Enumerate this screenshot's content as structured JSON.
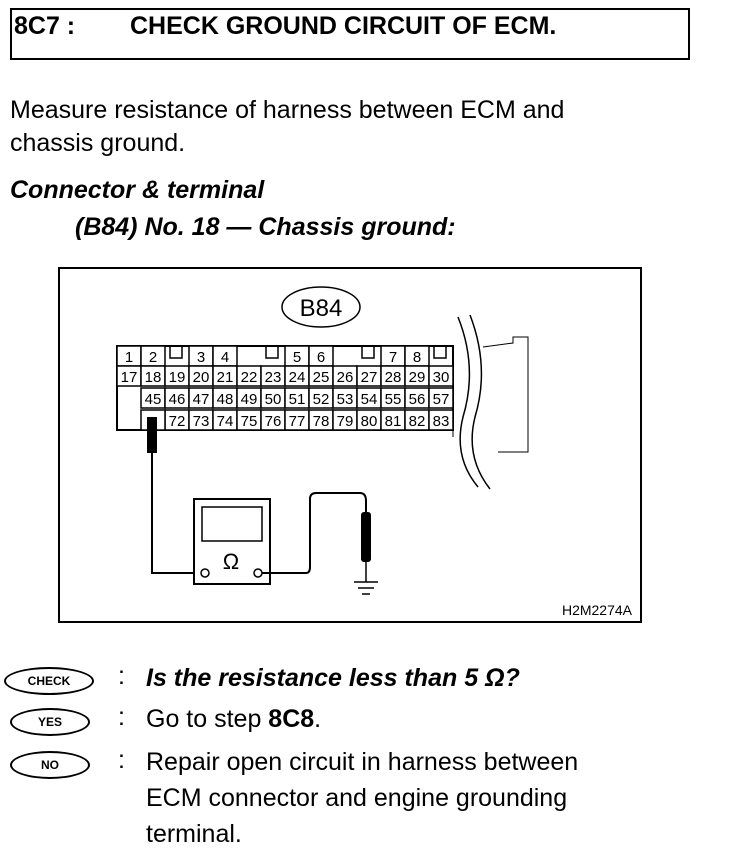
{
  "header": {
    "step": "8C7 :",
    "title": "CHECK GROUND CIRCUIT OF ECM."
  },
  "instruction": [
    "Measure resistance of harness between ECM and",
    "chassis ground."
  ],
  "connector_heading": "Connector & terminal",
  "connector_spec": "(B84) No. 18 — Chassis ground:",
  "diagram": {
    "connector_label": "B84",
    "figure_id": "H2M2274A",
    "meter_symbol": "Ω",
    "row1": [
      [
        "1",
        0
      ],
      [
        "2",
        1
      ],
      [
        "3",
        3
      ],
      [
        "4",
        4
      ],
      [
        "5",
        7
      ],
      [
        "6",
        8
      ],
      [
        "7",
        11
      ],
      [
        "8",
        12
      ]
    ],
    "row2": [
      "17",
      "18",
      "19",
      "20",
      "21",
      "22",
      "23",
      "24",
      "25",
      "26",
      "27",
      "28",
      "29",
      "30"
    ],
    "row3": [
      "45",
      "46",
      "47",
      "48",
      "49",
      "50",
      "51",
      "52",
      "53",
      "54",
      "55",
      "56",
      "57"
    ],
    "row4": [
      "72",
      "73",
      "74",
      "75",
      "76",
      "77",
      "78",
      "79",
      "80",
      "81",
      "82",
      "83"
    ]
  },
  "check": {
    "badge": "CHECK",
    "question": "Is the resistance less than 5 Ω?"
  },
  "yes": {
    "badge": "YES",
    "text": "Go to step ",
    "step": "8C8",
    "end": "."
  },
  "no": {
    "badge": "NO",
    "lines": [
      "Repair open circuit in harness between",
      "ECM connector and engine grounding",
      "terminal."
    ]
  },
  "colon": ":"
}
